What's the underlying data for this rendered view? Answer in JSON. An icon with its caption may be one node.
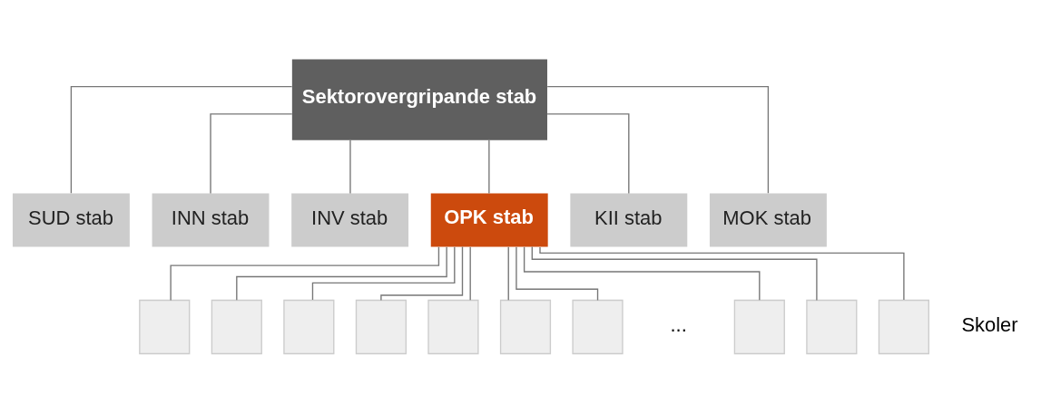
{
  "diagram": {
    "nodes": [
      {
        "text": [
          "Sektorovergripande stab"
        ]
      },
      {
        "text": [
          "SUD stab"
        ]
      },
      {
        "text": [
          "INN stab"
        ]
      },
      {
        "text": [
          "INV stab"
        ]
      },
      {
        "text": [
          "OPK stab"
        ]
      },
      {
        "text": [
          "KII stab"
        ]
      },
      {
        "text": [
          "MOK stab"
        ]
      },
      {
        "text": [],
        "shape": "box"
      },
      {
        "text": [],
        "shape": "box"
      },
      {
        "text": [],
        "shape": "box"
      },
      {
        "text": [],
        "shape": "box"
      },
      {
        "text": [],
        "shape": "box"
      },
      {
        "text": [],
        "shape": "box"
      },
      {
        "text": [],
        "shape": "box"
      },
      {
        "text": [],
        "shape": "box"
      },
      {
        "text": [],
        "shape": "box"
      },
      {
        "text": [],
        "shape": "box"
      }
    ],
    "edges": [
      {
        "from": 0,
        "to": 1,
        "arrow": "none"
      },
      {
        "from": 0,
        "to": 2,
        "arrow": "none"
      },
      {
        "from": 0,
        "to": 3,
        "arrow": "none"
      },
      {
        "from": 0,
        "to": 4,
        "arrow": "none"
      },
      {
        "from": 0,
        "to": 5,
        "arrow": "none"
      },
      {
        "from": 0,
        "to": 6,
        "arrow": "none"
      },
      {
        "from": 4,
        "to": 7,
        "arrow": "none"
      },
      {
        "from": 4,
        "to": 8,
        "arrow": "none"
      },
      {
        "from": 4,
        "to": 9,
        "arrow": "none"
      },
      {
        "from": 4,
        "to": 10,
        "arrow": "none"
      },
      {
        "from": 4,
        "to": 11,
        "arrow": "none"
      },
      {
        "from": 4,
        "to": 12,
        "arrow": "none"
      },
      {
        "from": 4,
        "to": 13,
        "arrow": "none"
      },
      {
        "from": 4,
        "to": 14,
        "arrow": "none"
      },
      {
        "from": 4,
        "to": 15,
        "arrow": "none"
      },
      {
        "from": 4,
        "to": 16,
        "arrow": "none"
      }
    ],
    "labels": [
      "...",
      "Skoler"
    ]
  }
}
